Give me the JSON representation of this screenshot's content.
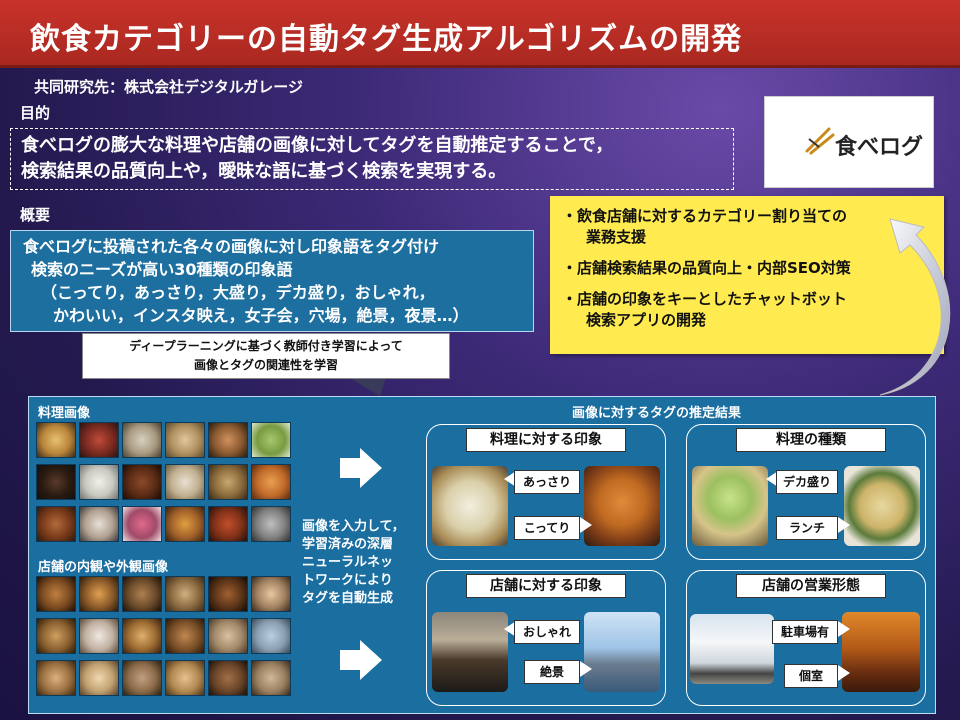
{
  "title": "飲食カテゴリーの自動タグ生成アルゴリズムの開発",
  "partner": "共同研究先：株式会社デジタルガレージ",
  "purpose": {
    "label": "目的",
    "lines": [
      "食べログの膨大な料理や店舗の画像に対してタグを自動推定することで，",
      "検索結果の品質向上や，曖昧な語に基づく検索を実現する。"
    ]
  },
  "logo": {
    "text": "食べログ"
  },
  "overview": {
    "label": "概要",
    "lines": [
      "食べログに投稿された各々の画像に対し印象語をタグ付け",
      "検索のニーズが高い30種類の印象語",
      "（こってり，あっさり，大盛り，デカ盛り，おしゃれ，",
      "かわいい，インスタ映え，女子会，穴場，絶景，夜景…）"
    ]
  },
  "callout": {
    "lines": [
      "ディープラーニングに基づく教師付き学習によって",
      "画像とタグの関連性を学習"
    ]
  },
  "applications": [
    {
      "line1": "・飲食店舗に対するカテゴリー割り当ての",
      "line2": "業務支援"
    },
    {
      "line1": "・店舗検索結果の品質向上・内部SEO対策",
      "line2": ""
    },
    {
      "line1": "・店舗の印象をキーとしたチャットボット",
      "line2": "検索アプリの開発"
    }
  ],
  "panel": {
    "food_images_label": "料理画像",
    "store_images_label": "店舗の内観や外観画像",
    "results_label": "画像に対するタグの推定結果",
    "process_lines": [
      "画像を入力して，",
      "学習済みの深層",
      "ニューラルネッ",
      "トワークにより",
      "タグを自動生成"
    ],
    "boxes": [
      {
        "title": "料理に対する印象",
        "tags": [
          "あっさり",
          "こってり"
        ]
      },
      {
        "title": "料理の種類",
        "tags": [
          "デカ盛り",
          "ランチ"
        ]
      },
      {
        "title": "店舗に対する印象",
        "tags": [
          "おしゃれ",
          "絶景"
        ]
      },
      {
        "title": "店舗の営業形態",
        "tags": [
          "駐車場有",
          "個室"
        ]
      }
    ]
  }
}
